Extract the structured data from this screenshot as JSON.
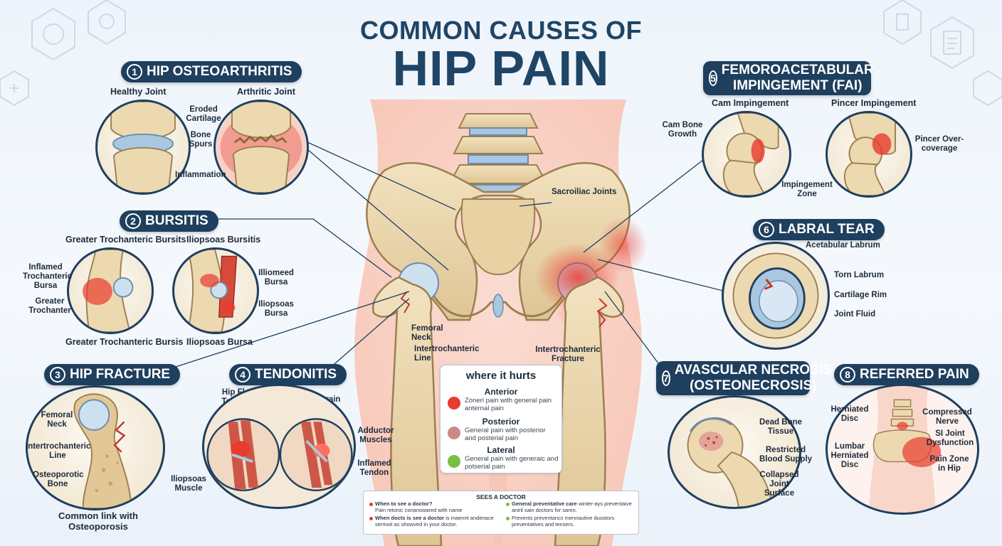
{
  "title": {
    "line1": "COMMON CAUSES OF",
    "line2": "HIP PAIN"
  },
  "colors": {
    "navy": "#1f3f5e",
    "inflammation": "#e83a2f",
    "bone": "#ecd9b0",
    "cartilage": "#a9c7e0"
  },
  "sections": {
    "osteoarthritis": {
      "num": "1",
      "title": "HIP OSTEOARTHRITIS",
      "healthy": "Healthy Joint",
      "arthritic": "Arthritic Joint",
      "labels": [
        "Eroded Cartilage",
        "Bone Spurs",
        "Inflammation"
      ]
    },
    "bursitis": {
      "num": "2",
      "title": "BURSITIS",
      "left_title": "Greater Trochanteric Bursits",
      "right_title": "Iliopsoas Bursitis",
      "left_bottom": "Greater Trochanteric Bursis",
      "right_bottom": "Iliopsoas Bursa",
      "labels": [
        "Inflamed Trochanteric Bursa",
        "Greater Trochanter",
        "Illiomeed Bursa",
        "Iliopsoas Bursa"
      ]
    },
    "fracture": {
      "num": "3",
      "title": "HIP FRACTURE",
      "labels": [
        "Femoral Neck",
        "Intertrochanteric Line",
        "Osteoporotic Bone"
      ],
      "caption": "Common link with Osteoporosis"
    },
    "tendonitis": {
      "num": "4",
      "title": "TENDONITIS",
      "left_title": "Hip Flexor Tendonitis",
      "right_title": "Groin Strain",
      "labels": [
        "Adductor Muscles",
        "Inflamed Tendon",
        "Iliopsoas Muscle"
      ]
    },
    "fai": {
      "num": "5",
      "title_line1": "FEMOROACETABULAR",
      "title_line2": "IMPINGEMENT (FAI)",
      "left_title": "Cam Impingement",
      "right_title": "Pincer Impingement",
      "labels": [
        "Cam Bone Growth",
        "Impingement Zone",
        "Pincer Over-coverage"
      ]
    },
    "labral": {
      "num": "6",
      "title": "LABRAL TEAR",
      "labels": [
        "Acetabular Labrum",
        "Torn Labrum",
        "Cartilage Rim",
        "Joint Fluid"
      ]
    },
    "avascular": {
      "num": "7",
      "title_line1": "AVASCULAR NECROSIS",
      "title_line2": "(OSTEONECROSIS)",
      "labels": [
        "Dead Bone Tissue",
        "Restricted Blood Supply",
        "Collapsed Joint Surface"
      ]
    },
    "referred": {
      "num": "8",
      "title": "REFERRED PAIN",
      "labels": [
        "Herniated Disc",
        "Compressed Nerve",
        "SI Joint Dysfunction",
        "Lumbar Herniated Disc",
        "Pain Zone in Hip"
      ]
    }
  },
  "center_labels": {
    "sacroiliac": "Sacroiliac Joints",
    "femoral_neck": "Femoral Neck",
    "intertroch_line": "Intertrochanteric Line",
    "intertroch_fracture": "Intertrochanteric Fracture"
  },
  "legend": {
    "title": "where it hurts",
    "items": [
      {
        "name": "Anterior",
        "desc": "Zoneri pain with general pain anternal pain",
        "color": "#e83a2f"
      },
      {
        "name": "Posterior",
        "desc": "General pain with posterior and posterial pain",
        "color": "#c98a86"
      },
      {
        "name": "Lateral",
        "desc": "General pain with generaic and potserial pain",
        "color": "#76c043"
      }
    ]
  },
  "doctor": {
    "title": "SEES A DOCTOR",
    "items": [
      {
        "head": "When to see a doctor?",
        "text": "Pain retonic conanswared with name",
        "color": "#e83a2f"
      },
      {
        "head": "When docts is see a doctor",
        "text": "is maennt andenace sermoit as showved in your doctor.",
        "color": "#e83a2f"
      },
      {
        "head": "General preventative care",
        "text": "winter-ays preventaive aniril sain doctors for samn.",
        "color": "#76c043"
      },
      {
        "head": "",
        "text": "Prevents preventancs mennautive duostors preventatives and tensers.",
        "color": "#76c043"
      }
    ]
  }
}
